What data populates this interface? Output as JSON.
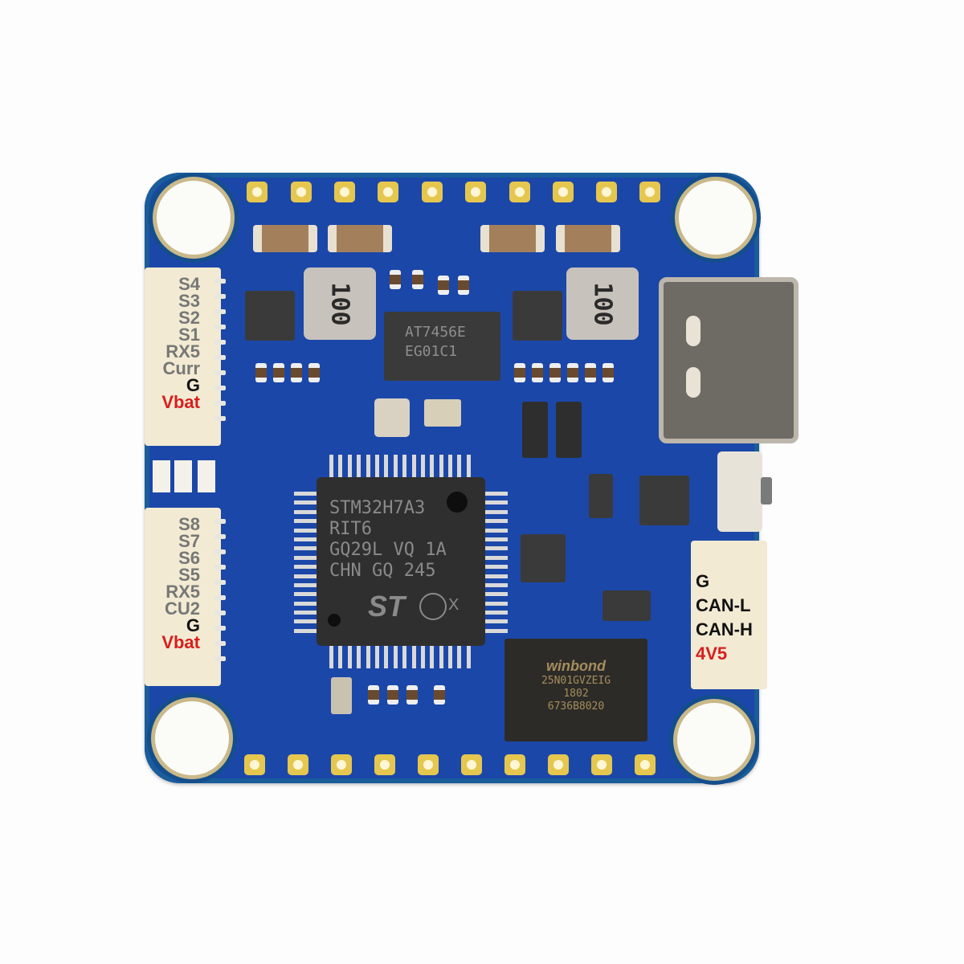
{
  "image": {
    "subject": "Flight controller PCB with STM32H7A3 MCU",
    "background_color": "#fdfdfd",
    "board_color": "#1b47a8"
  },
  "left_connector_top": {
    "labels": [
      {
        "text": "S4",
        "color": "grey"
      },
      {
        "text": "S3",
        "color": "grey"
      },
      {
        "text": "S2",
        "color": "grey"
      },
      {
        "text": "S1",
        "color": "grey"
      },
      {
        "text": "RX5",
        "color": "grey"
      },
      {
        "text": "Curr",
        "color": "grey"
      },
      {
        "text": "G",
        "color": "black"
      },
      {
        "text": "Vbat",
        "color": "red"
      }
    ]
  },
  "left_connector_bottom": {
    "labels": [
      {
        "text": "S8",
        "color": "grey"
      },
      {
        "text": "S7",
        "color": "grey"
      },
      {
        "text": "S6",
        "color": "grey"
      },
      {
        "text": "S5",
        "color": "grey"
      },
      {
        "text": "RX5",
        "color": "grey"
      },
      {
        "text": "CU2",
        "color": "grey"
      },
      {
        "text": "G",
        "color": "black"
      },
      {
        "text": "Vbat",
        "color": "red"
      }
    ]
  },
  "right_connector": {
    "labels": [
      {
        "text": "G",
        "color": "black"
      },
      {
        "text": "CAN-L",
        "color": "black"
      },
      {
        "text": "CAN-H",
        "color": "black"
      },
      {
        "text": "4V5",
        "color": "red"
      }
    ]
  },
  "mcu": {
    "lines": [
      "STM32H7A3",
      "RIT6",
      "GQ29L  VQ 1A",
      "CHN  GQ  245"
    ],
    "logo": "ST",
    "mark": "X"
  },
  "flash": {
    "brand": "winbond",
    "lines": [
      "25N01GVZEIG",
      "1802",
      "6736B8020"
    ]
  },
  "regulator": {
    "lines": [
      "AT7456E",
      "EG01C1"
    ]
  },
  "inductors": [
    {
      "marking": "100"
    },
    {
      "marking": "100"
    }
  ],
  "solder_pads": {
    "top_count": 10,
    "bottom_count": 10
  },
  "mounting_holes": 4
}
